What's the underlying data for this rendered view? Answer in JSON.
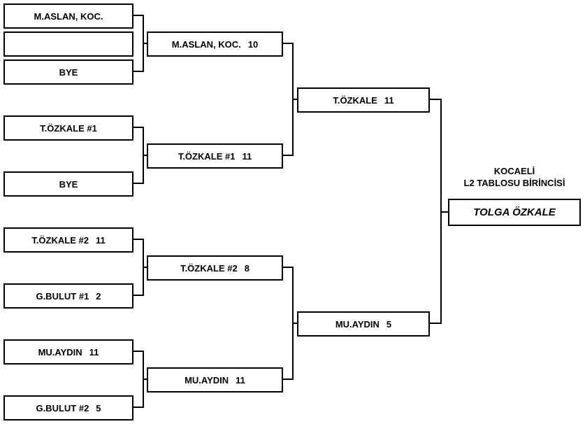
{
  "title": {
    "line1": "KOCAELİ",
    "line2": "L2 TABLOSU BİRİNCİSİ"
  },
  "champion": {
    "name": "TOLGA ÖZKALE"
  },
  "rounds": {
    "round1": [
      {
        "name": "M.ASLAN, KOC.",
        "score": ""
      },
      {
        "name": "",
        "score": ""
      },
      {
        "name": "BYE",
        "score": ""
      },
      {
        "name": "T.ÖZKALE #1",
        "score": ""
      },
      {
        "name": "BYE",
        "score": ""
      },
      {
        "name": "T.ÖZKALE #2",
        "score": "11"
      },
      {
        "name": "G.BULUT #1",
        "score": "2"
      },
      {
        "name": "MU.AYDIN",
        "score": "11"
      },
      {
        "name": "G.BULUT #2",
        "score": "5"
      }
    ],
    "round2": [
      {
        "name": "M.ASLAN, KOC.",
        "score": "10"
      },
      {
        "name": "T.ÖZKALE #1",
        "score": "11"
      },
      {
        "name": "T.ÖZKALE #2",
        "score": "8"
      },
      {
        "name": "MU.AYDIN",
        "score": "11"
      }
    ],
    "round3": [
      {
        "name": "T.ÖZKALE",
        "score": "11"
      },
      {
        "name": "MU.AYDIN",
        "score": "5"
      }
    ]
  }
}
